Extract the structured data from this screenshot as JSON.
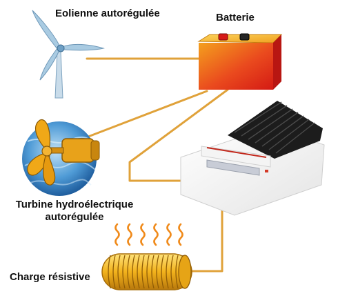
{
  "components": {
    "wind_turbine": {
      "label": "Eolienne autorégulée",
      "icon": "wind-turbine-icon"
    },
    "battery": {
      "label": "Batterie",
      "icon": "battery-icon"
    },
    "hydro_turbine": {
      "label_line1": "Turbine hydroélectrique",
      "label_line2": "autorégulée",
      "icon": "hydro-turbine-icon"
    },
    "resistive_load": {
      "label": "Charge résistive",
      "icon": "heating-coil-icon"
    },
    "charge_controller": {
      "icon": "charge-controller-icon"
    }
  },
  "colors": {
    "wire": "#e0a23a",
    "battery_top": "#f5b024",
    "battery_body": "#e8311c",
    "coil": "#f2b21c",
    "heat": "#f08a1a",
    "water": "#3f8fd0",
    "propeller": "#f0a818",
    "heatsink": "#1c1c1c",
    "blade": "#9fc3dc"
  }
}
